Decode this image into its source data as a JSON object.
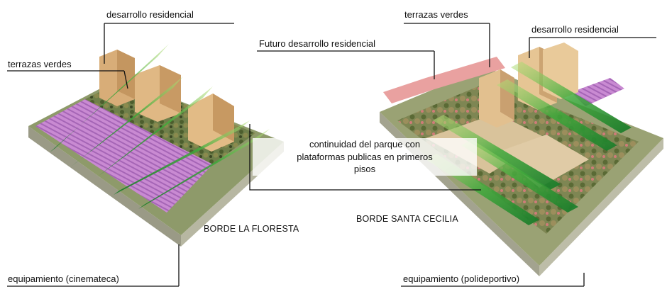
{
  "labels": {
    "left_residential": "desarrollo residencial",
    "left_terraces": "terrazas verdes",
    "right_future": "Futuro desarrollo residencial",
    "right_terraces": "terrazas verdes",
    "right_residential": "desarrollo residencial",
    "park_line1": "continuidad del parque con",
    "park_line2": "plataformas publicas en primeros",
    "park_line3": "pisos",
    "borde_left": "BORDE LA FLORESTA",
    "borde_right": "BORDE SANTA CECILIA",
    "left_equipment": "equipamiento (cinemateca)",
    "right_equipment": "equipamiento (polideportivo)"
  }
}
